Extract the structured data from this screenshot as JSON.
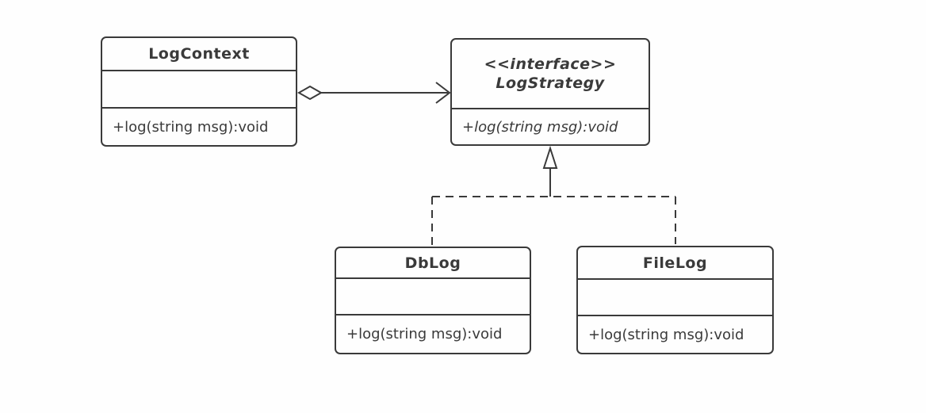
{
  "classes": {
    "logcontext": {
      "name": "LogContext",
      "method": "+log(string msg):void"
    },
    "logstrategy": {
      "stereotype": "<<interface>>",
      "name": "LogStrategy",
      "method": "+log(string msg):void"
    },
    "dblog": {
      "name": "DbLog",
      "method": "+log(string msg):void"
    },
    "filelog": {
      "name": "FileLog",
      "method": "+log(string msg):void"
    }
  },
  "relationships": [
    {
      "type": "aggregation",
      "from": "LogContext",
      "to": "LogStrategy"
    },
    {
      "type": "realization",
      "from": "DbLog",
      "to": "LogStrategy"
    },
    {
      "type": "realization",
      "from": "FileLog",
      "to": "LogStrategy"
    }
  ],
  "colors": {
    "line": "#3a3a3a",
    "text": "#3a3a3a",
    "background": "#fefefe"
  }
}
